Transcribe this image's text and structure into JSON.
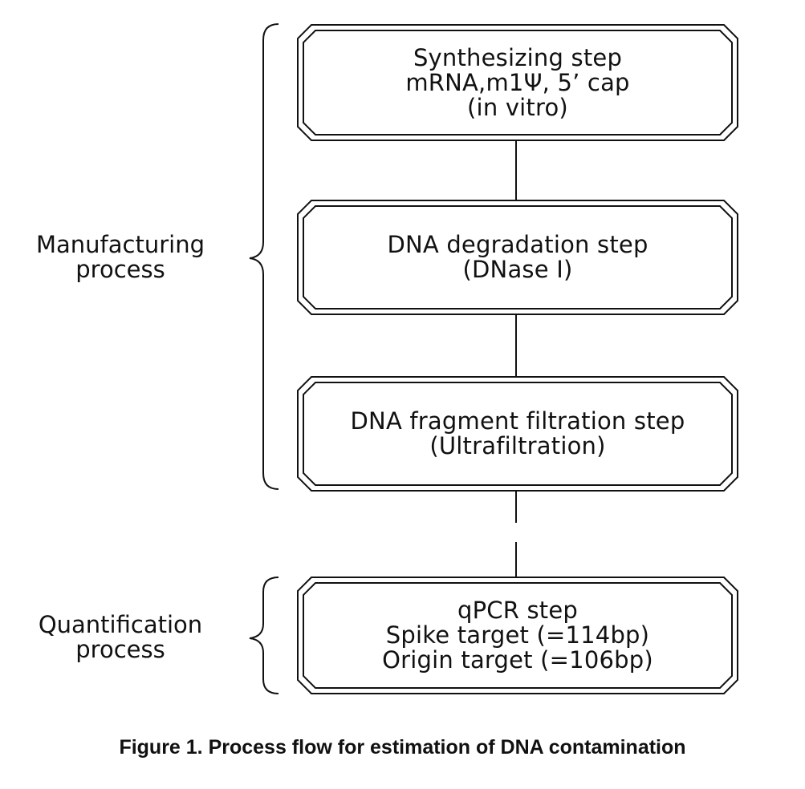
{
  "groups": {
    "manufacturing": {
      "line1": "Manufacturing",
      "line2": "process"
    },
    "quantification": {
      "line1": "Quantification",
      "line2": "process"
    }
  },
  "steps": [
    {
      "lines": [
        "Synthesizing step",
        "mRNA,m1Ψ, 5’ cap",
        "(in vitro)"
      ]
    },
    {
      "lines": [
        "DNA degradation step",
        "(DNase I)"
      ]
    },
    {
      "lines": [
        "DNA fragment filtration step",
        "(Ultrafiltration)"
      ]
    },
    {
      "lines": [
        "qPCR step",
        "Spike target (=114bp)",
        "Origin target (=106bp)"
      ]
    }
  ],
  "caption": "Figure 1. Process flow for estimation of DNA contamination"
}
